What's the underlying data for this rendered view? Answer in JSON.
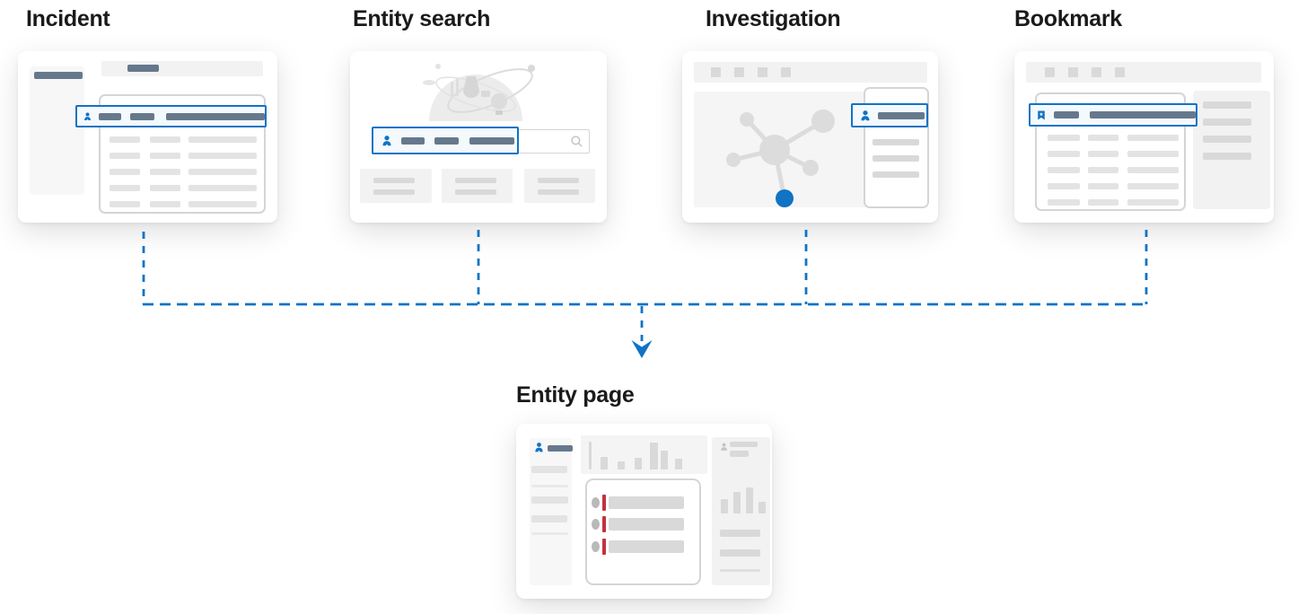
{
  "diagram": {
    "sources": [
      {
        "id": "incident",
        "title": "Incident"
      },
      {
        "id": "entity-search",
        "title": "Entity search"
      },
      {
        "id": "investigation",
        "title": "Investigation"
      },
      {
        "id": "bookmark",
        "title": "Bookmark"
      }
    ],
    "target": {
      "id": "entity-page",
      "title": "Entity page"
    }
  },
  "icons": {
    "entity": "person-icon",
    "bookmark": "bookmark-icon",
    "search": "search-icon",
    "arrow": "arrow-down-icon",
    "illustration": "science-doodle-illustration",
    "graph": "investigation-graph"
  },
  "colors": {
    "accent_blue": "#1173c4",
    "slate_bar": "#66798c",
    "light_bar": "#e3e3e3",
    "mid_gray": "#d9d9d9",
    "panel_gray": "#f2f2f2",
    "panel_light": "#f7f7f7",
    "border_gray": "#d5d5d5",
    "highlight_fill": "#f4f9fd",
    "red_marker": "#c5313e",
    "node_gray": "#dcdcdc",
    "title_text": "#1a1a1a"
  }
}
